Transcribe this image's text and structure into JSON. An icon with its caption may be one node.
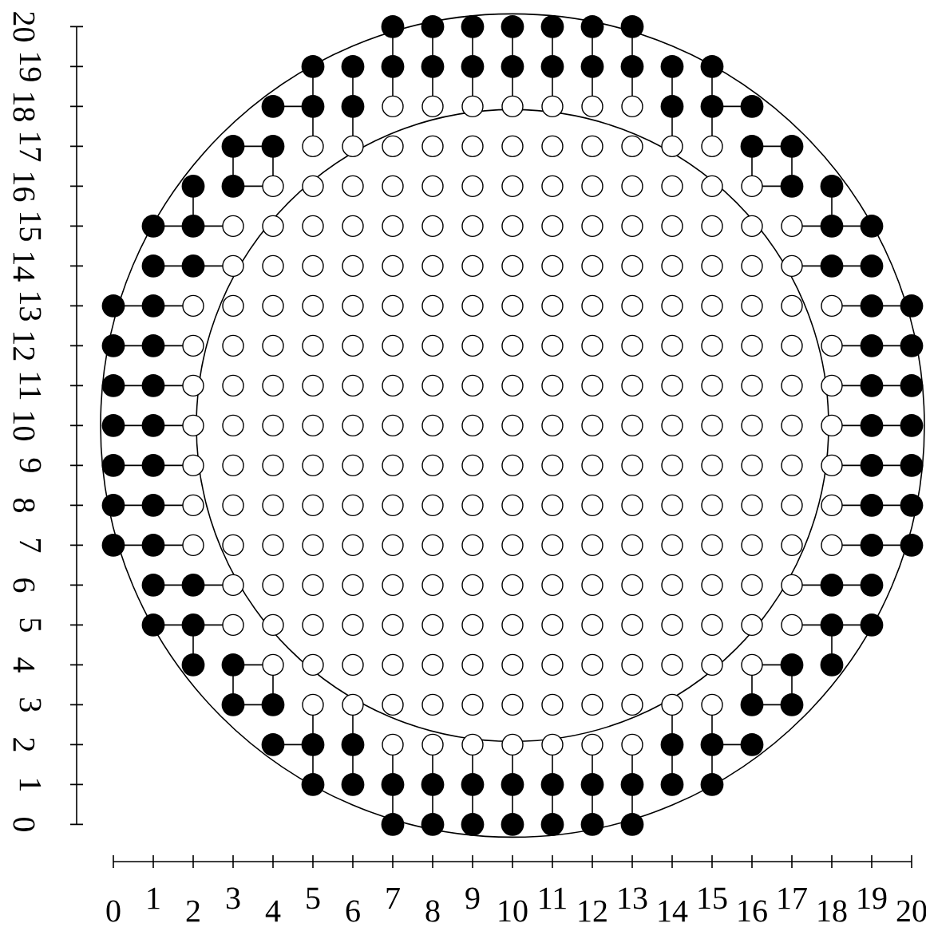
{
  "diagram": {
    "labels": [
      "20",
      "19",
      "18",
      "17",
      "16",
      "15",
      "14",
      "13",
      "12",
      "11",
      "10",
      "9",
      "8",
      "7",
      "6",
      "5",
      "4",
      "3",
      "2",
      "1",
      "0",
      "0",
      "1",
      "2",
      "3",
      "4",
      "5",
      "6",
      "7",
      "8",
      "9",
      "10",
      "11",
      "12",
      "13",
      "14",
      "15",
      "16",
      "17",
      "18",
      "19",
      "20"
    ]
  }
}
